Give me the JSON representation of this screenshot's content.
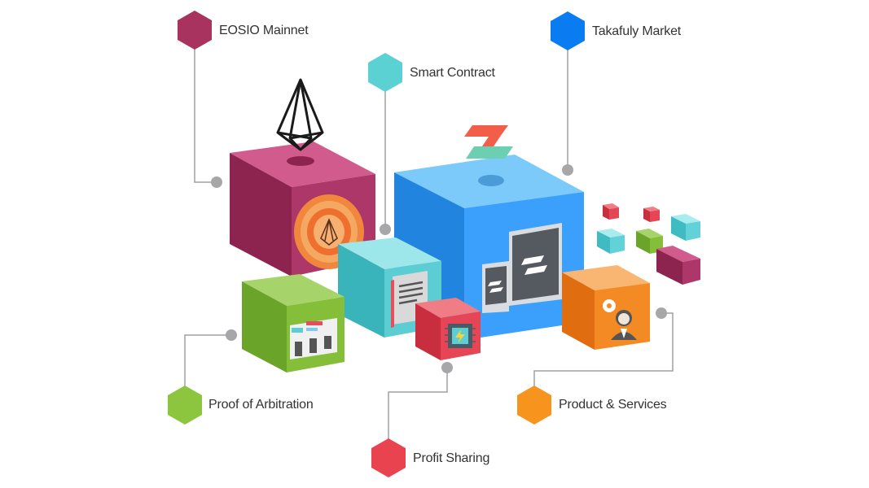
{
  "nodes": [
    {
      "id": "eosio-mainnet",
      "label": "EOSIO Mainnet",
      "color": "#a8335f"
    },
    {
      "id": "smart-contract",
      "label": "Smart Contract",
      "color": "#5bd1d3"
    },
    {
      "id": "takafuly-market",
      "label": "Takafuly Market",
      "color": "#0a7cf2"
    },
    {
      "id": "proof-of-arbitration",
      "label": "Proof of Arbitration",
      "color": "#8cc63f"
    },
    {
      "id": "profit-sharing",
      "label": "Profit Sharing",
      "color": "#e8434f"
    },
    {
      "id": "product-services",
      "label": "Product & Services",
      "color": "#f7941d"
    }
  ],
  "icons": [
    "eos-logo-icon",
    "takafuly-logo-icon",
    "document-icon",
    "chip-icon",
    "support-agent-icon",
    "gear-icon",
    "chart-board-icon",
    "tablet-icon"
  ]
}
